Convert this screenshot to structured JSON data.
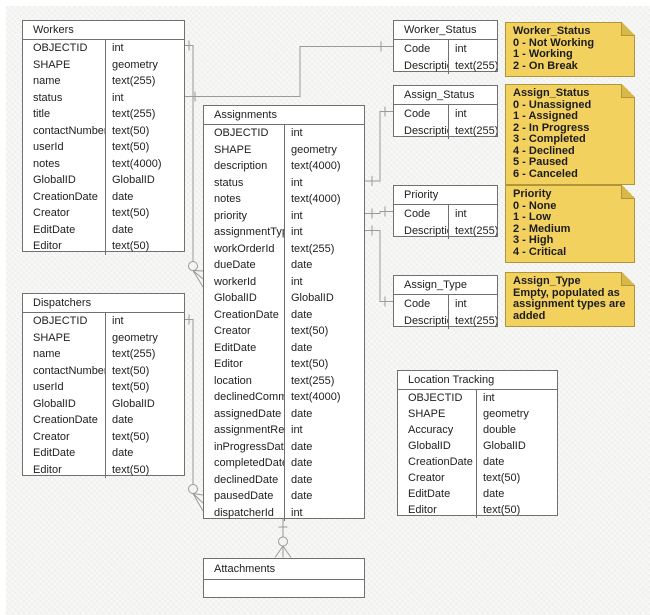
{
  "diagram": {
    "tables": {
      "workers": {
        "title": "Workers",
        "fields": [
          {
            "name": "OBJECTID",
            "type": "int"
          },
          {
            "name": "SHAPE",
            "type": "geometry"
          },
          {
            "name": "name",
            "type": "text(255)"
          },
          {
            "name": "status",
            "type": "int"
          },
          {
            "name": "title",
            "type": "text(255)"
          },
          {
            "name": "contactNumber",
            "type": "text(50)"
          },
          {
            "name": "userId",
            "type": "text(50)"
          },
          {
            "name": "notes",
            "type": "text(4000)"
          },
          {
            "name": "GlobalID",
            "type": "GlobalID"
          },
          {
            "name": "CreationDate",
            "type": "date"
          },
          {
            "name": "Creator",
            "type": "text(50)"
          },
          {
            "name": "EditDate",
            "type": "date"
          },
          {
            "name": "Editor",
            "type": "text(50)"
          }
        ]
      },
      "dispatchers": {
        "title": "Dispatchers",
        "fields": [
          {
            "name": "OBJECTID",
            "type": "int"
          },
          {
            "name": "SHAPE",
            "type": "geometry"
          },
          {
            "name": "name",
            "type": "text(255)"
          },
          {
            "name": "contactNumber",
            "type": "text(50)"
          },
          {
            "name": "userId",
            "type": "text(50)"
          },
          {
            "name": "GlobalID",
            "type": "GlobalID"
          },
          {
            "name": "CreationDate",
            "type": "date"
          },
          {
            "name": "Creator",
            "type": "text(50)"
          },
          {
            "name": "EditDate",
            "type": "date"
          },
          {
            "name": "Editor",
            "type": "text(50)"
          }
        ]
      },
      "assignments": {
        "title": "Assignments",
        "fields": [
          {
            "name": "OBJECTID",
            "type": "int"
          },
          {
            "name": "SHAPE",
            "type": "geometry"
          },
          {
            "name": "description",
            "type": "text(4000)"
          },
          {
            "name": "status",
            "type": "int"
          },
          {
            "name": "notes",
            "type": "text(4000)"
          },
          {
            "name": "priority",
            "type": "int"
          },
          {
            "name": "assignmentType",
            "type": "int"
          },
          {
            "name": "workOrderId",
            "type": "text(255)"
          },
          {
            "name": "dueDate",
            "type": "date"
          },
          {
            "name": "workerId",
            "type": "int"
          },
          {
            "name": "GlobalID",
            "type": "GlobalID"
          },
          {
            "name": "CreationDate",
            "type": "date"
          },
          {
            "name": "Creator",
            "type": "text(50)"
          },
          {
            "name": "EditDate",
            "type": "date"
          },
          {
            "name": "Editor",
            "type": "text(50)"
          },
          {
            "name": "location",
            "type": "text(255)"
          },
          {
            "name": "declinedComment",
            "type": "text(4000)"
          },
          {
            "name": "assignedDate",
            "type": "date"
          },
          {
            "name": "assignmentRead",
            "type": "int"
          },
          {
            "name": "inProgressDate",
            "type": "date"
          },
          {
            "name": "completedDate",
            "type": "date"
          },
          {
            "name": "declinedDate",
            "type": "date"
          },
          {
            "name": "pausedDate",
            "type": "date"
          },
          {
            "name": "dispatcherId",
            "type": "int"
          }
        ]
      },
      "worker_status": {
        "title": "Worker_Status",
        "fields": [
          {
            "name": "Code",
            "type": "int"
          },
          {
            "name": "Description",
            "type": "text(255)"
          }
        ]
      },
      "assign_status": {
        "title": "Assign_Status",
        "fields": [
          {
            "name": "Code",
            "type": "int"
          },
          {
            "name": "Description",
            "type": "text(255)"
          }
        ]
      },
      "priority": {
        "title": "Priority",
        "fields": [
          {
            "name": "Code",
            "type": "int"
          },
          {
            "name": "Description",
            "type": "text(255)"
          }
        ]
      },
      "assign_type": {
        "title": "Assign_Type",
        "fields": [
          {
            "name": "Code",
            "type": "int"
          },
          {
            "name": "Description",
            "type": "text(255)"
          }
        ]
      },
      "location_tracking": {
        "title": "Location Tracking",
        "fields": [
          {
            "name": "OBJECTID",
            "type": "int"
          },
          {
            "name": "SHAPE",
            "type": "geometry"
          },
          {
            "name": "Accuracy",
            "type": "double"
          },
          {
            "name": "GlobalID",
            "type": "GlobalID"
          },
          {
            "name": "CreationDate",
            "type": "date"
          },
          {
            "name": "Creator",
            "type": "text(50)"
          },
          {
            "name": "EditDate",
            "type": "date"
          },
          {
            "name": "Editor",
            "type": "text(50)"
          }
        ]
      },
      "attachments": {
        "title": "Attachments",
        "fields": []
      }
    },
    "notes": {
      "worker_status": {
        "title": "Worker_Status",
        "lines": [
          "0 - Not Working",
          "1 - Working",
          "2 - On Break"
        ]
      },
      "assign_status": {
        "title": "Assign_Status",
        "lines": [
          "0 - Unassigned",
          "1 - Assigned",
          "2 - In Progress",
          "3 - Completed",
          "4 - Declined",
          "5 - Paused",
          "6 - Canceled"
        ]
      },
      "priority": {
        "title": "Priority",
        "lines": [
          "0 - None",
          "1 - Low",
          "2 - Medium",
          "3 - High",
          "4 - Critical"
        ]
      },
      "assign_type": {
        "title": "Assign_Type",
        "lines": [
          "Empty, populated as assignment types are added"
        ]
      }
    },
    "colors": {
      "note_fill": "#f2d15f",
      "note_fold": "#d9b84a",
      "table_border": "#707070",
      "connector": "#9a9a9a"
    }
  }
}
